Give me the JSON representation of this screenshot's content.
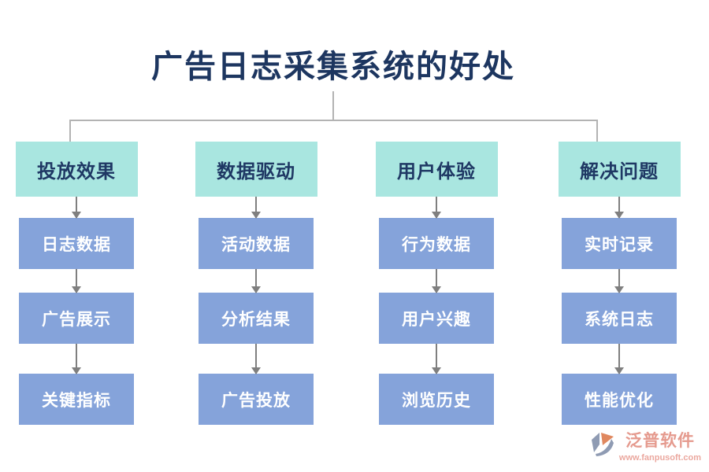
{
  "title": "广告日志采集系统的好处",
  "columns": [
    {
      "header": "投放效果",
      "items": [
        "日志数据",
        "广告展示",
        "关键指标"
      ]
    },
    {
      "header": "数据驱动",
      "items": [
        "活动数据",
        "分析结果",
        "广告投放"
      ]
    },
    {
      "header": "用户体验",
      "items": [
        "行为数据",
        "用户兴趣",
        "浏览历史"
      ]
    },
    {
      "header": "解决问题",
      "items": [
        "实时记录",
        "系统日志",
        "性能优化"
      ]
    }
  ],
  "watermark": {
    "brand": "泛普软件",
    "url": "www.fanpusoft.com"
  },
  "colors": {
    "header_bg": "#a9e6e0",
    "item_bg": "#85a3da",
    "title_text": "#1d3660",
    "header_text": "#1f3864",
    "item_text": "#ffffff",
    "connector": "#b3b3b3",
    "arrow": "#7f7f7f",
    "watermark_text": "#e59a8e",
    "watermark_url": "#eba89f",
    "logo_slate": "#8f9bb3",
    "logo_orange": "#e0885f"
  }
}
